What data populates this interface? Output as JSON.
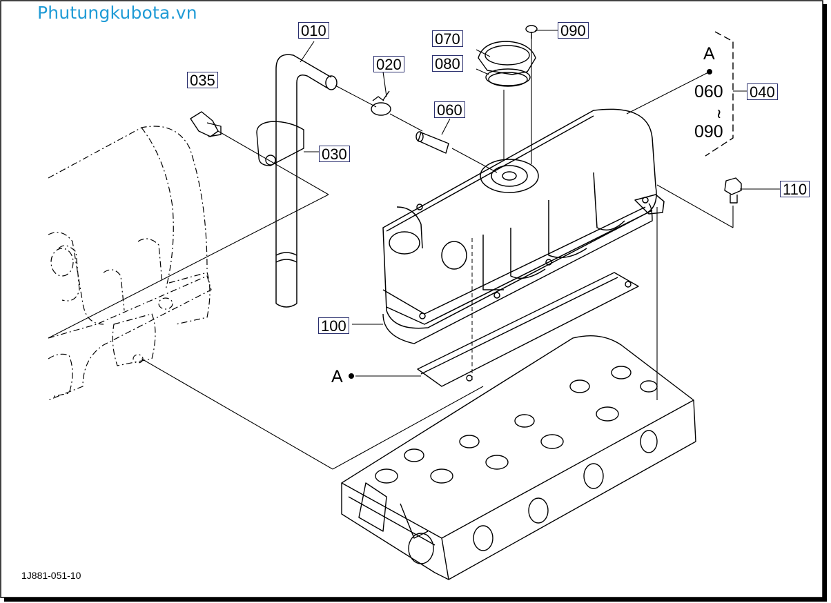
{
  "header": {
    "watermark": "Phutungkubota.vn"
  },
  "footer": {
    "document_id": "1J881-051-10"
  },
  "callouts": {
    "p010": "010",
    "p020": "020",
    "p030": "030",
    "p035": "035",
    "p040": "040",
    "p060": "060",
    "p070": "070",
    "p080": "080",
    "p090": "090",
    "p100": "100",
    "p110": "110"
  },
  "range_group": {
    "marker": "A",
    "from": "060",
    "tilde": "~",
    "to": "090"
  },
  "gasket_marker": "A",
  "colors": {
    "watermark": "#1f9bd6",
    "callout_border": "#2a2f6e",
    "line": "#000000"
  }
}
